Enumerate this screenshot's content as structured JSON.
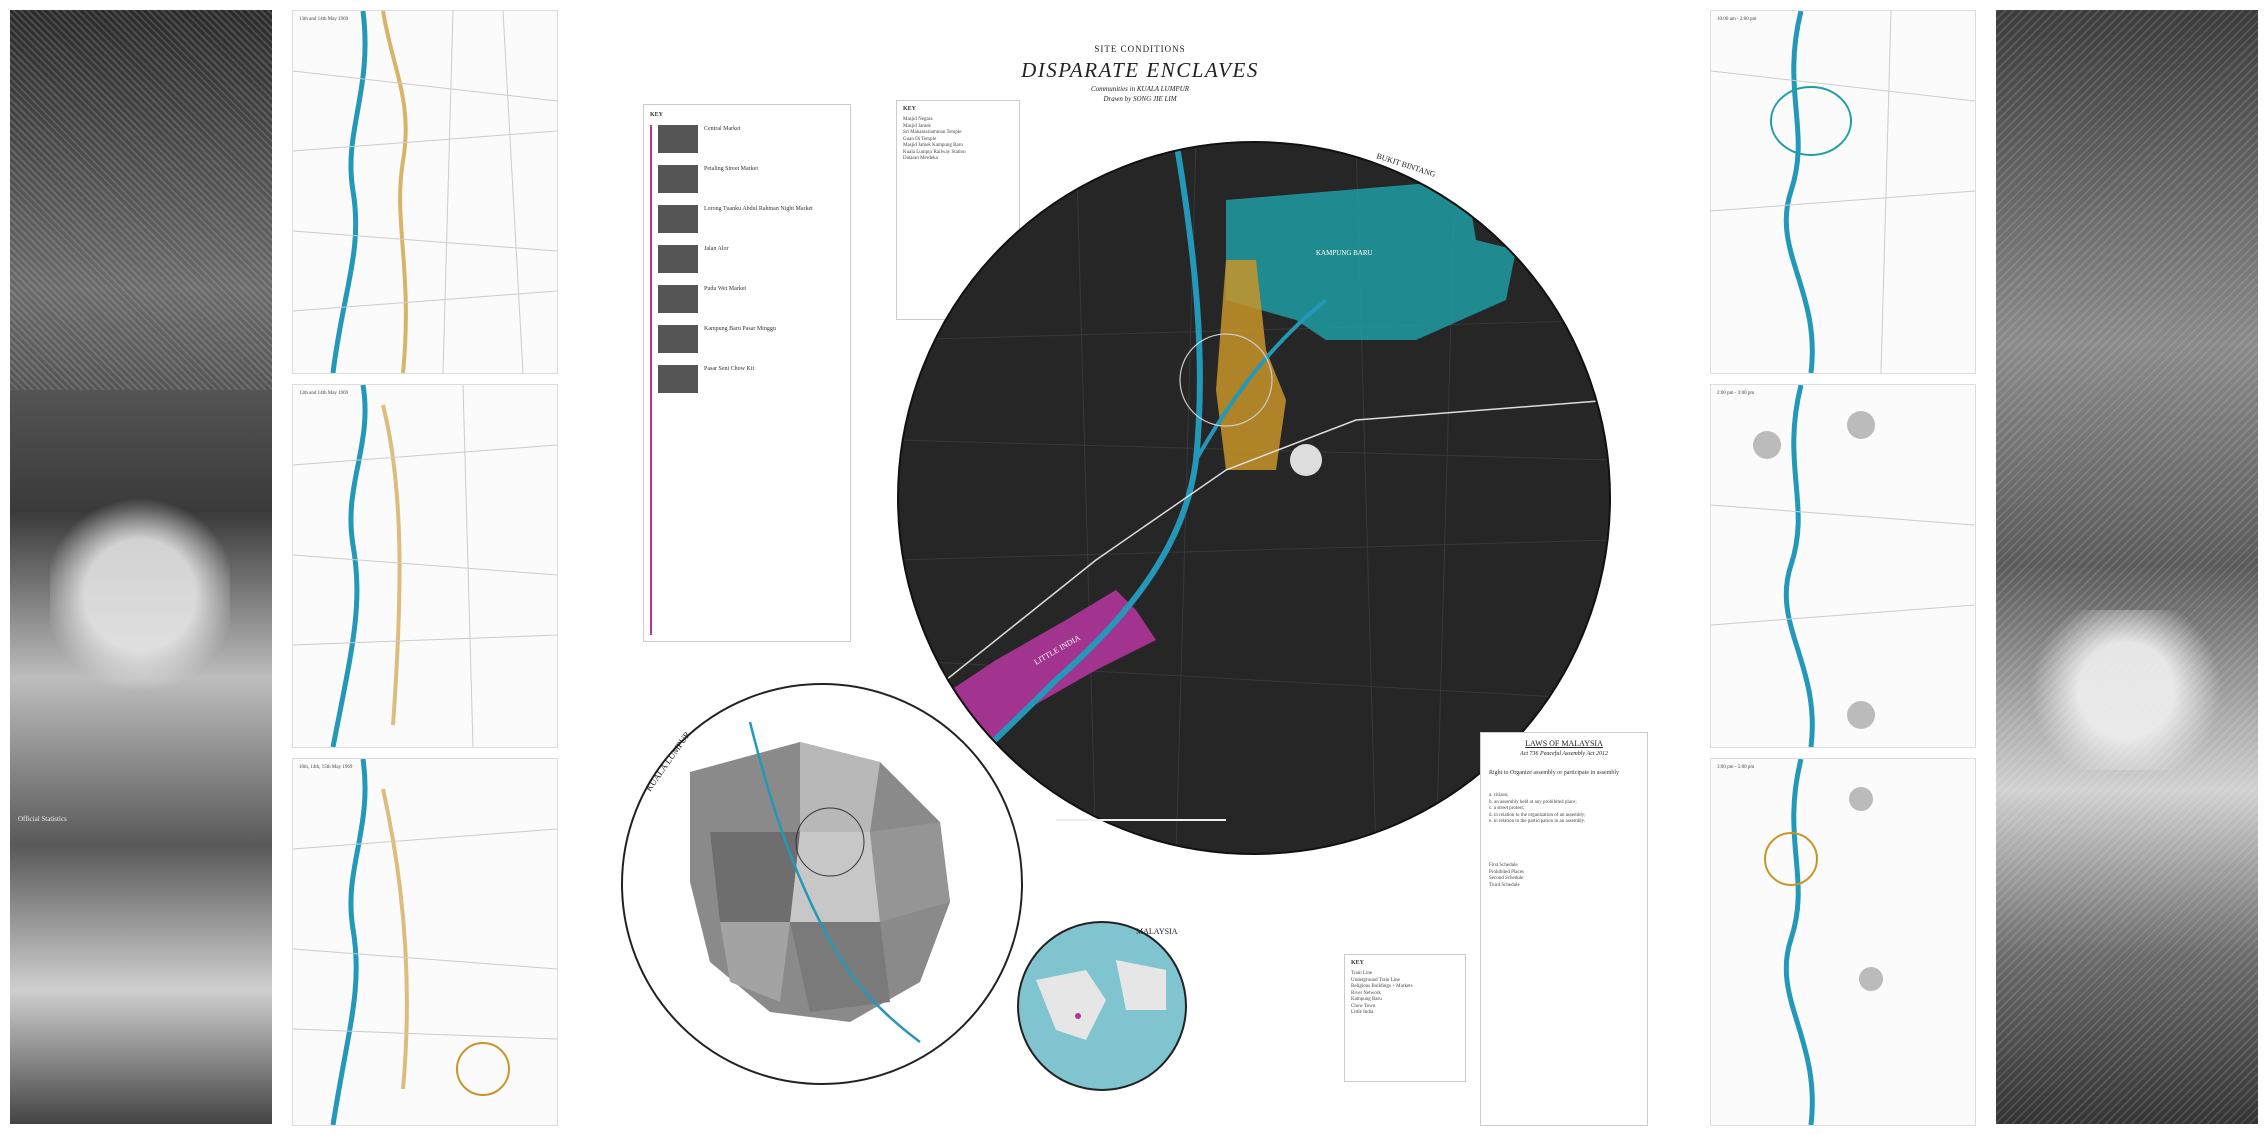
{
  "header": {
    "kicker": "SITE CONDITIONS",
    "title": "DISPARATE ENCLAVES",
    "subtitle1": "Communities in KUALA LUMPUR",
    "subtitle2": "Drawn by SONG JIE LIM"
  },
  "map_labels": {
    "bukit_bintang": "BUKIT BINTANG",
    "kampung_baru": "KAMPUNG BARU",
    "little_india": "LITTLE INDIA",
    "kuala_lumpur": "KUALA LUMPUR",
    "malaysia": "MALAYSIA"
  },
  "left_key": {
    "title": "KEY",
    "entries": [
      "Central Market",
      "Petaling Street Market",
      "Lorong Tuanku Abdul Rahman Night Market",
      "Jalan Alor",
      "Pudu Wet Market",
      "Kampung Baru Pasar Minggu",
      "Pasar Seni Chow Kit"
    ]
  },
  "right_key": {
    "title": "KEY",
    "items": [
      "Masjid Negara",
      "Masjid Jamek",
      "Sri Mahamariamman Temple",
      "Guan Di Temple",
      "Masjid Jamek Kampung Baru",
      "Kuala Lumpur Railway Station",
      "Dataran Merdeka"
    ]
  },
  "laws": {
    "title": "LAWS OF MALAYSIA",
    "subtitle": "Act 736 Peaceful Assembly Act 2012",
    "lead": "Right to Organize assembly or participate in assembly",
    "items": [
      "a. citizen;",
      "b. an assembly held at any prohibited place;",
      "c. a street protest;",
      "d. in relation to the organization of an assembly;",
      "e. in relation to the participation in an assembly."
    ],
    "sections": [
      "First Schedule",
      "Prohibited Places",
      "Second Schedule",
      "Third Schedule"
    ]
  },
  "bottom_key": {
    "title": "KEY",
    "items": [
      "Train Line",
      "Underground Train Line",
      "Religious Buildings + Markets",
      "River Network",
      "Kampung Baru",
      "Chow Town",
      "Little India"
    ]
  },
  "timeline_labels": [
    "13th and 14th May 1969",
    "13th and 14th May 1969",
    "10th, 14th, 15th May 1969",
    "10:00 am - 2:00 pm",
    "2:00 pm - 3:00 pm",
    "3:00 pm - 5:00 pm"
  ],
  "colors": {
    "teal": "#1e9ea3",
    "magenta": "#b0359a",
    "ochre": "#c8952a",
    "river": "#2398b8"
  }
}
